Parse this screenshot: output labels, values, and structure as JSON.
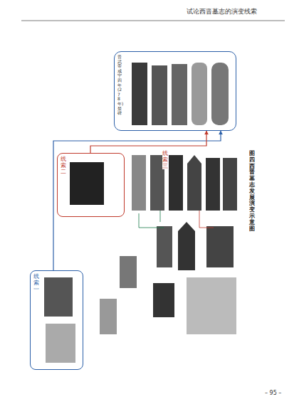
{
  "diagram": {
    "caption": "图四 西晋墓志发展演变示意图",
    "nodes": [
      {
        "text": [
          "线索一"
        ]
      },
      {
        "text": [
          "线索二"
        ]
      },
      {
        "text": [
          "晋武帝咸宁四年(278年)禁碑"
        ]
      }
    ],
    "edges": [
      {
        "from": 0,
        "to": 2,
        "arrow": "to"
      },
      {
        "from": 1,
        "to": 2,
        "arrow": "to"
      }
    ],
    "labels": [
      "试论西晋墓志的演变线索",
      "线索三",
      "– 95 –"
    ]
  }
}
